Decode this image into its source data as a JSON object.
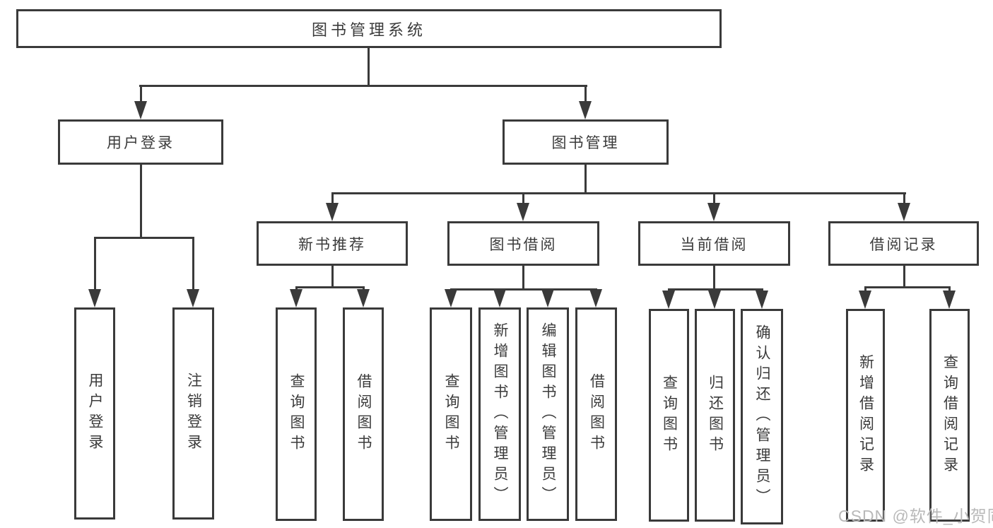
{
  "diagram": {
    "title": "图书管理系统",
    "children": [
      {
        "label": "用户登录",
        "children": [
          {
            "label": "用户登录"
          },
          {
            "label": "注销登录"
          }
        ]
      },
      {
        "label": "图书管理",
        "children": [
          {
            "label": "新书推荐",
            "children": [
              {
                "label": "查询图书"
              },
              {
                "label": "借阅图书"
              }
            ]
          },
          {
            "label": "图书借阅",
            "children": [
              {
                "label": "查询图书"
              },
              {
                "label": "新增图书（管理员）"
              },
              {
                "label": "编辑图书（管理员）"
              },
              {
                "label": "借阅图书"
              }
            ]
          },
          {
            "label": "当前借阅",
            "children": [
              {
                "label": "查询图书"
              },
              {
                "label": "归还图书"
              },
              {
                "label": "确认归还（管理员）"
              }
            ]
          },
          {
            "label": "借阅记录",
            "children": [
              {
                "label": "新增借阅记录"
              },
              {
                "label": "查询借阅记录"
              }
            ]
          }
        ]
      }
    ]
  },
  "watermark": {
    "text": "CSDN @软件_小贺同学"
  },
  "colors": {
    "line": "#3a3a3a",
    "box_border": "#3a3a3a",
    "box_fill": "#ffffff",
    "text": "#3b3b3b",
    "watermark": "#b9b9b9",
    "background": "#ffffff"
  }
}
